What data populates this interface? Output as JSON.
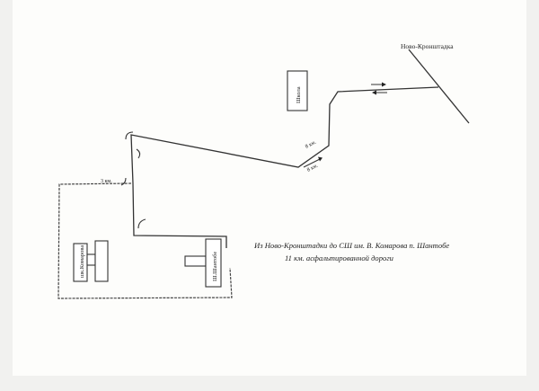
{
  "labels": {
    "town": "Ново-Кронштадка",
    "school_left": "шк.Комарова",
    "school_right": "Ш.Шантобе",
    "shkola": "Школа",
    "dist_3km": "3 км.",
    "dist_8km_a": "8 км.",
    "dist_8km_b": "8 км."
  },
  "caption": {
    "line1": "Из Ново-Кронштадки до СШ им. В. Комарова п. Шантобе",
    "line2": "11 км. асфальтированной дороги"
  }
}
